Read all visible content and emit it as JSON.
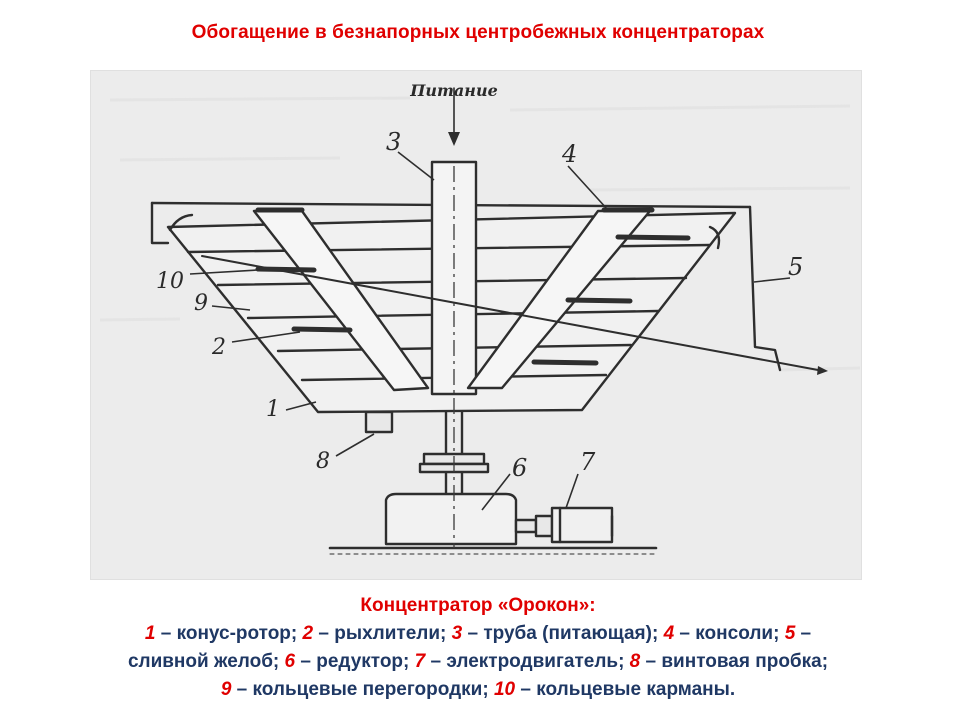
{
  "title": "Обогащение в безнапорных центробежных концентраторах",
  "figure": {
    "feed_label": "Питание",
    "labels": {
      "l1": "1",
      "l2": "2",
      "l3": "3",
      "l4": "4",
      "l5": "5",
      "l6": "6",
      "l7": "7",
      "l8": "8",
      "l9": "9",
      "l10": "10"
    }
  },
  "caption": {
    "heading": "Концентратор «Орокон»:",
    "items": [
      {
        "num": "1",
        "text": " – конус-ротор; "
      },
      {
        "num": "2",
        "text": " – рыхлители; "
      },
      {
        "num": "3",
        "text": " – труба (питающая); "
      },
      {
        "num": "4",
        "text": " – консоли; "
      },
      {
        "num": "5",
        "text": " – сливной желоб; "
      },
      {
        "num": "6",
        "text": " – редуктор; "
      },
      {
        "num": "7",
        "text": " – электродвигатель; "
      },
      {
        "num": "8",
        "text": " – винтовая пробка; "
      },
      {
        "num": "9",
        "text": " – кольцевые перегородки; "
      },
      {
        "num": "10",
        "text": " – кольцевые карманы."
      }
    ]
  },
  "colors": {
    "title": "#e00000",
    "caption_numbers": "#e00000",
    "caption_text": "#1f3864"
  }
}
